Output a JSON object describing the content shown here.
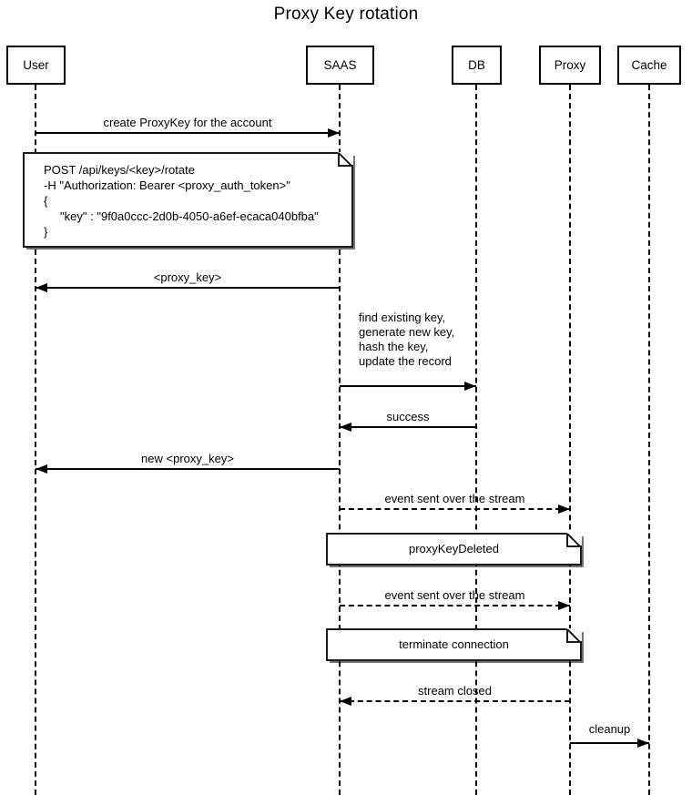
{
  "title": "Proxy Key rotation",
  "diagram_type": "sequence",
  "actors": {
    "user": "User",
    "saas": "SAAS",
    "db": "DB",
    "proxy": "Proxy",
    "cache": "Cache"
  },
  "messages": [
    {
      "label": "create ProxyKey for the account",
      "from": "User",
      "to": "SAAS",
      "line": "solid"
    },
    {
      "label": "<proxy_key>",
      "from": "SAAS",
      "to": "User",
      "line": "solid"
    },
    {
      "label": "find existing key,\ngenerate new key,\nhash the key,\nupdate the record",
      "from": "SAAS",
      "to": "DB",
      "line": "solid"
    },
    {
      "label": "success",
      "from": "DB",
      "to": "SAAS",
      "line": "solid"
    },
    {
      "label": "new <proxy_key>",
      "from": "SAAS",
      "to": "User",
      "line": "solid"
    },
    {
      "label": "event sent over the stream",
      "from": "SAAS",
      "to": "Proxy",
      "line": "dashed"
    },
    {
      "label": "event sent over the stream",
      "from": "SAAS",
      "to": "Proxy",
      "line": "dashed"
    },
    {
      "label": "stream closed",
      "from": "Proxy",
      "to": "SAAS",
      "line": "dashed"
    },
    {
      "label": "cleanup",
      "from": "Proxy",
      "to": "Cache",
      "line": "solid"
    }
  ],
  "notes": {
    "request_payload": "POST /api/keys/<key>/rotate\n-H \"Authorization: Bearer <proxy_auth_token>\"\n{\n     \"key\" : \"9f0a0ccc-2d0b-4050-a6ef-ecaca040bfba\"\n}",
    "proxy_key_deleted": "proxyKeyDeleted",
    "terminate_connection": "terminate connection"
  },
  "colors": {
    "line": "#000000",
    "background": "#ffffff",
    "text": "#000000"
  }
}
